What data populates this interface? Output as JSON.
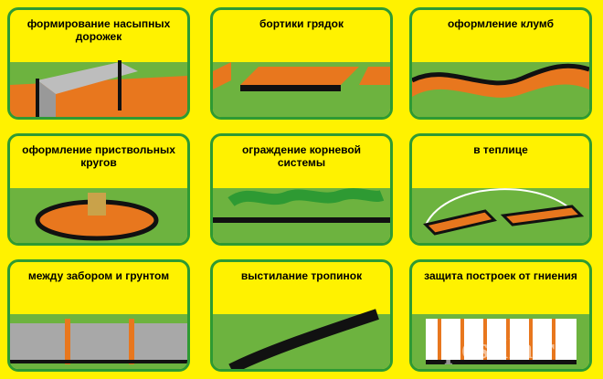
{
  "tiles": [
    {
      "title": "формирование насыпных дорожек"
    },
    {
      "title": "бортики грядок"
    },
    {
      "title": "оформление клумб"
    },
    {
      "title": "оформление приствольных кругов"
    },
    {
      "title": "ограждение корневой системы"
    },
    {
      "title": "в теплице"
    },
    {
      "title": "между забором и грунтом"
    },
    {
      "title": "выстилание тропинок"
    },
    {
      "title": "защита построек от гниения"
    }
  ],
  "watermark": "postila.ru",
  "colors": {
    "background": "#FFF200",
    "frame": "#2E9A33",
    "grass": "#6DB33F",
    "soil": "#E8771E",
    "tape": "#111111"
  }
}
